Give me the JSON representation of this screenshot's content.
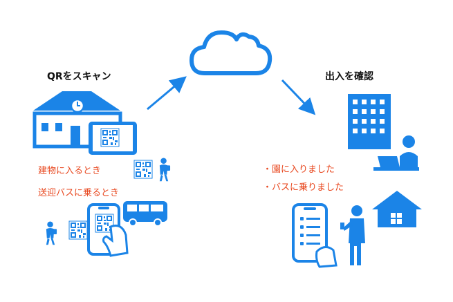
{
  "left": {
    "heading": "QRをスキャン",
    "cases": [
      "建物に入るとき",
      "送迎バスに乗るとき"
    ]
  },
  "right": {
    "heading": "出入を確認",
    "messages": [
      "・園に入りました",
      "・バスに乗りました"
    ]
  },
  "icons": [
    "cloud-icon",
    "school-icon",
    "tablet-qr-icon",
    "qr-code-icon",
    "child-icon",
    "bus-icon",
    "hand-phone-icon",
    "office-building-icon",
    "computer-user-icon",
    "home-icon",
    "smartphone-icon",
    "parent-icon",
    "arrow-up-right-icon",
    "arrow-down-right-icon"
  ],
  "colors": {
    "accent": "#1b84e7",
    "text_accent": "#e8461d",
    "heading": "#111111"
  }
}
